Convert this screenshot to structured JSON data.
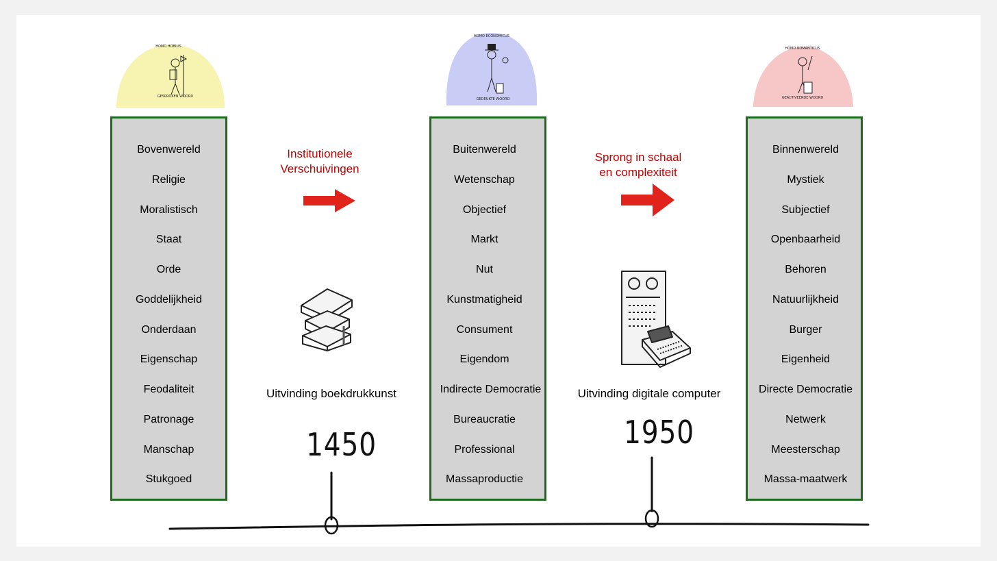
{
  "columns": [
    {
      "figure_top": "HOMO HOBILIS",
      "figure_bottom": "GESPROKEN WOORD",
      "items": [
        "Bovenwereld",
        "Religie",
        "Moralistisch",
        "Staat",
        "Orde",
        "Goddelijkheid",
        "Onderdaan",
        "Eigenschap",
        "Feodaliteit",
        "Patronage",
        "Manschap",
        "Stukgoed"
      ]
    },
    {
      "figure_top": "HOMO ECONOMICUS",
      "figure_bottom": "GEDRUKTE WOORD",
      "items": [
        "Buitenwereld",
        "Wetenschap",
        "Objectief",
        "Markt",
        "Nut",
        "Kunstmatigheid",
        "Consument",
        "Eigendom",
        "Indirecte Democratie",
        "Bureaucratie",
        "Professional",
        "Massaproductie"
      ]
    },
    {
      "figure_top": "HOMO ROMANTICUS",
      "figure_bottom": "GEACTIVEERDE WOORD",
      "items": [
        "Binnenwereld",
        "Mystiek",
        "Subjectief",
        "Openbaarheid",
        "Behoren",
        "Natuurlijkheid",
        "Burger",
        "Eigenheid",
        "Directe Democratie",
        "Netwerk",
        "Meesterschap",
        "Massa-maatwerk"
      ]
    }
  ],
  "transitions": [
    {
      "label_line1": "Institutionele",
      "label_line2": "Verschuivingen",
      "caption": "Uitvinding boekdrukkunst",
      "year": "1450",
      "icon": "books-icon"
    },
    {
      "label_line1": "Sprong in schaal",
      "label_line2": "en complexiteit",
      "caption": "Uitvinding digitale computer",
      "year": "1950",
      "icon": "computer-icon"
    }
  ],
  "colors": {
    "column_bg": "#d3d3d3",
    "column_border": "#1e6b1e",
    "arrow": "#e0241b",
    "label_red": "#c00000",
    "blob_yellow": "#f7f3b0",
    "blob_blue": "#c9cdf5",
    "blob_pink": "#f7c6c6"
  }
}
